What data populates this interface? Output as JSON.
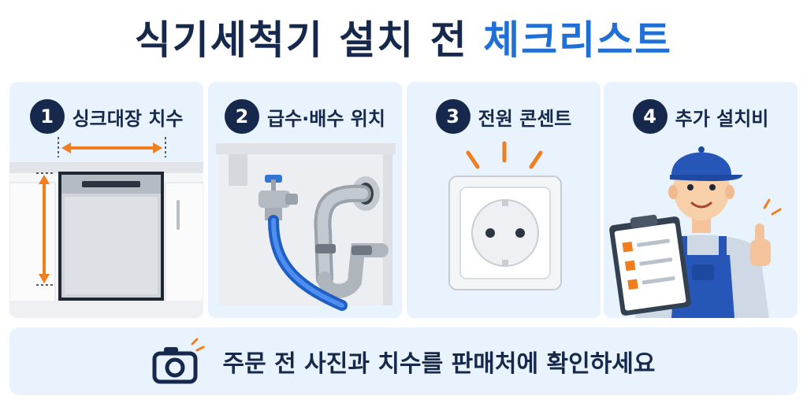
{
  "title": {
    "part1": "식기세척기 설치 전",
    "part2": "체크리스트"
  },
  "cards": [
    {
      "number": "1",
      "label": "싱크대장 치수",
      "icon": "dishwasher-measure-icon"
    },
    {
      "number": "2",
      "label": "급수·배수 위치",
      "icon": "water-pipe-icon"
    },
    {
      "number": "3",
      "label": "전원 콘센트",
      "icon": "power-outlet-icon"
    },
    {
      "number": "4",
      "label": "추가 설치비",
      "icon": "installer-worker-icon"
    }
  ],
  "footer": {
    "text": "주문 전 사진과 치수를 판매처에 확인하세요",
    "icon": "camera-icon"
  },
  "colors": {
    "navy": "#16294d",
    "blue": "#1f6fd6",
    "orange": "#f07e1e",
    "card_bg": "#e8f3fd"
  }
}
